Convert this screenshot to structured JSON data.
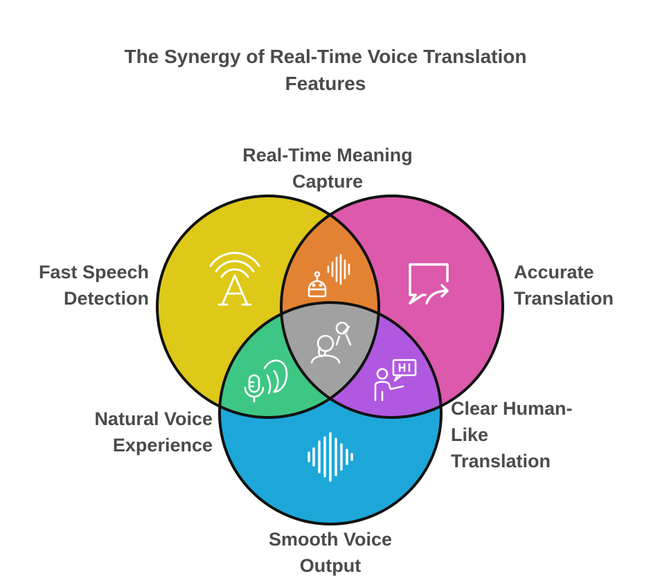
{
  "title": "The Synergy of Real-Time Voice Translation Features",
  "labels": {
    "top": "Real-Time Meaning Capture",
    "left": "Fast Speech Detection",
    "right": "Accurate Translation",
    "bottom_left": "Natural Voice Experience",
    "bottom_right": "Clear Human-Like Translation",
    "bottom": "Smooth Voice Output"
  },
  "colors": {
    "yellow": "#dec818",
    "pink": "#dc59ac",
    "blue": "#1da7d9",
    "orange": "#e38232",
    "green": "#3ec784",
    "purple": "#b058e0",
    "center": "#a1a1a1",
    "stroke": "#111111"
  },
  "circles": [
    {
      "name": "Fast Speech Detection",
      "icon": "antenna-a-icon"
    },
    {
      "name": "Accurate Translation",
      "icon": "chat-forward-icon"
    },
    {
      "name": "Smooth Voice Output",
      "icon": "sound-wave-icon"
    }
  ],
  "intersections": [
    {
      "name": "Real-Time Meaning Capture",
      "icon": "robot-sound-icon"
    },
    {
      "name": "Natural Voice Experience",
      "icon": "mic-face-icon"
    },
    {
      "name": "Clear Human-Like Translation",
      "icon": "presenter-hi-icon"
    },
    {
      "name": "center",
      "icon": "people-icon"
    }
  ]
}
